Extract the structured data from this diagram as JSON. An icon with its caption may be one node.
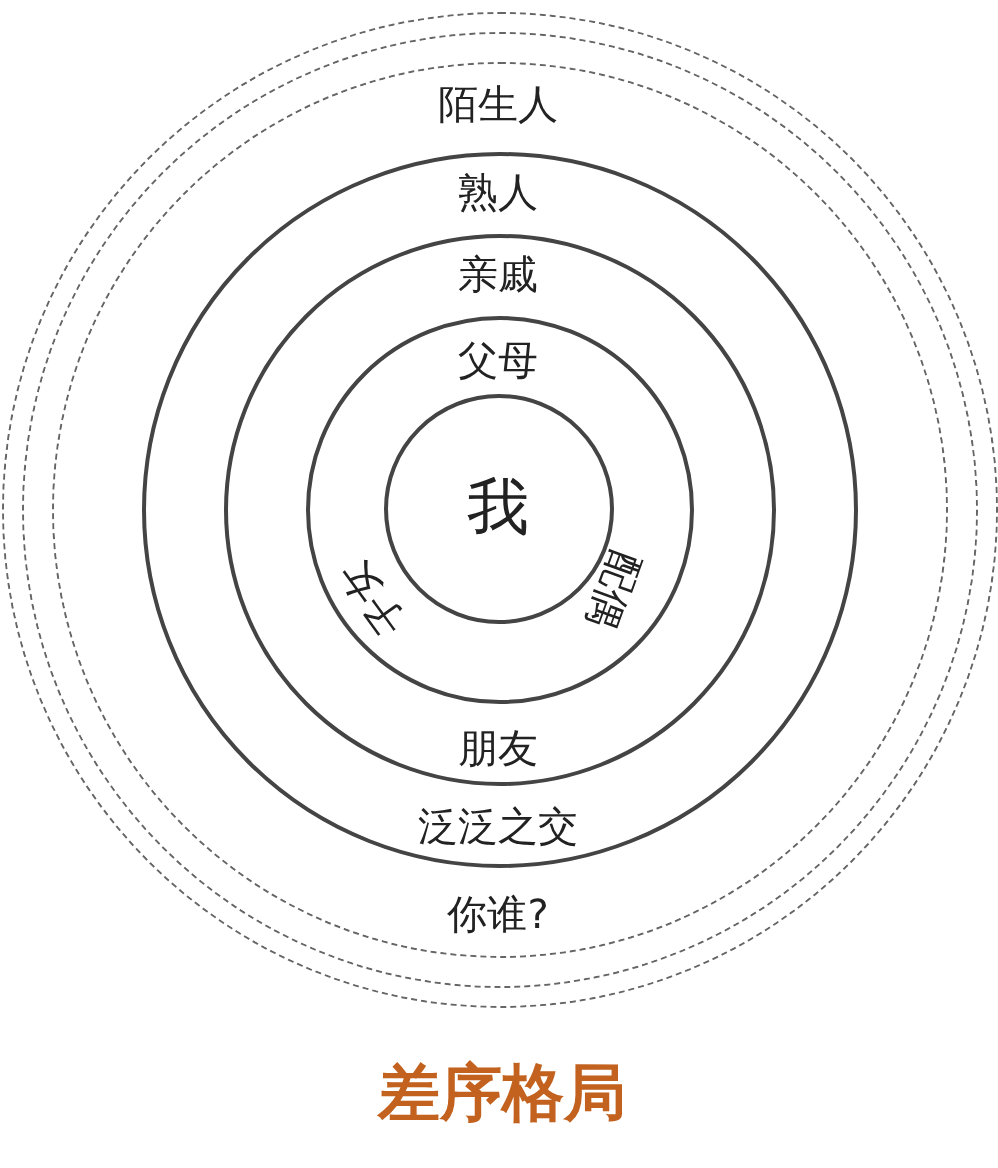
{
  "diagram": {
    "title": "差序格局",
    "nodes": [
      {
        "text": [],
        "shape": "circle"
      },
      {
        "text": [],
        "shape": "circle",
        "in": 0
      },
      {
        "text": [
          "陌生人",
          "你谁?"
        ],
        "in": 1
      },
      {
        "text": [
          "熟人",
          "泛泛之交"
        ],
        "in": 2
      },
      {
        "text": [
          "亲戚",
          "朋友"
        ],
        "in": 3
      },
      {
        "text": [
          "父母",
          "子女",
          "配偶"
        ],
        "in": 4
      },
      {
        "text": [
          "我"
        ],
        "in": 5
      }
    ]
  }
}
